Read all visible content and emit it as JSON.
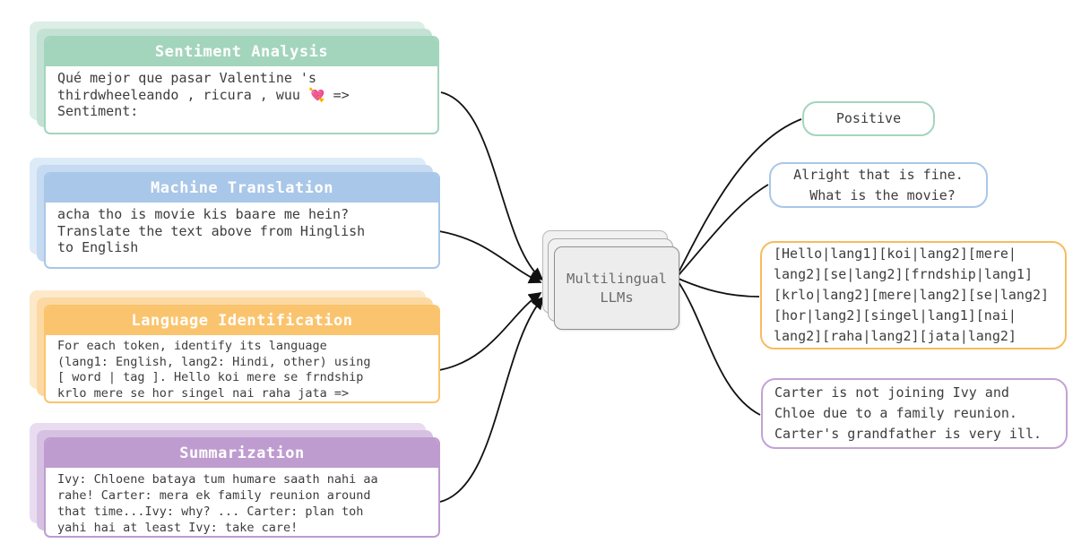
{
  "tasks": [
    {
      "title": "Sentiment Analysis",
      "body": "Qué mejor que pasar Valentine 's\nthirdwheeleando , ricura , wuu 💘 =>\nSentiment:",
      "color": "#a3d5bd",
      "color_mid": "#c3e2d5",
      "color_back": "#dceee6"
    },
    {
      "title": "Machine Translation",
      "body": "acha tho is movie kis baare me hein?\nTranslate the text above from Hinglish\nto English",
      "color": "#a9c7e8",
      "color_mid": "#c6daf1",
      "color_back": "#ddeaf8"
    },
    {
      "title": "Language Identification",
      "body": "For each token, identify its language\n(lang1: English, lang2: Hindi, other) using\n[ word | tag ]. Hello koi mere se frndship\nkrlo mere se hor singel nai raha jata =>",
      "color": "#fac46e",
      "color_mid": "#fcd9a2",
      "color_back": "#fde9c9"
    },
    {
      "title": "Summarization",
      "body": "Ivy: Chloene bataya tum humare saath nahi aa\nrahe! Carter: mera ek family reunion around\nthat time...Ivy: why? ... Carter: plan toh\nyahi hai at least Ivy: take care!",
      "color": "#bf9ccf",
      "color_mid": "#d7c1e3",
      "color_back": "#e9dcf1"
    }
  ],
  "center": {
    "label": "Multilingual\nLLMs"
  },
  "outputs": [
    {
      "text": "Positive",
      "color": "#a3d5bd"
    },
    {
      "text": "Alright that is fine.\n What is the movie?",
      "color": "#a9c7e8"
    },
    {
      "text": "[Hello|lang1][koi|lang2][mere|\nlang2][se|lang2][frndship|lang1]\n[krlo|lang2][mere|lang2][se|lang2]\n[hor|lang2][singel|lang1][nai|\nlang2][raha|lang2][jata|lang2]",
      "color": "#f8bb60"
    },
    {
      "text": "Carter is not joining Ivy and\nChloe due to a family reunion.\nCarter's grandfather is very ill.",
      "color": "#c4a2d4"
    }
  ],
  "line_color": "#111111"
}
